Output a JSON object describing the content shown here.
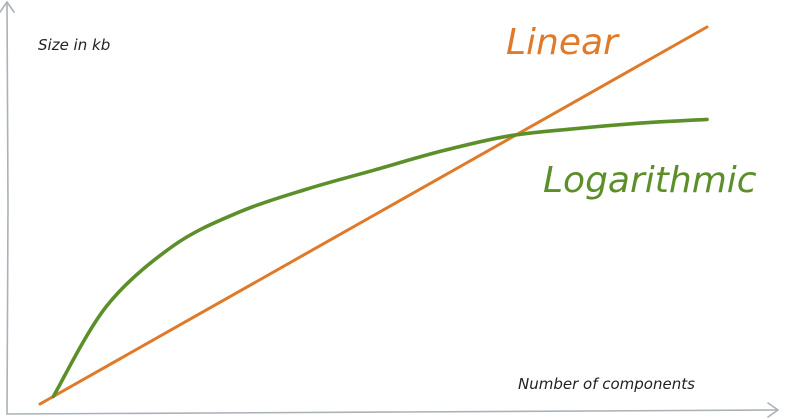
{
  "chart_data": {
    "type": "line",
    "title": "",
    "xlabel": "Number of components",
    "ylabel": "Size in kb",
    "grid": false,
    "legend": "inline-labels",
    "series": [
      {
        "name": "Linear",
        "color": "#e07a2b",
        "x": [
          0,
          0.2,
          0.4,
          0.6,
          0.8,
          1.0
        ],
        "y": [
          0,
          0.2,
          0.4,
          0.6,
          0.8,
          1.0
        ]
      },
      {
        "name": "Logarithmic",
        "color": "#5c8f2a",
        "x": [
          0.02,
          0.1,
          0.2,
          0.3,
          0.4,
          0.5,
          0.6,
          0.7,
          0.8,
          0.9,
          1.0
        ],
        "y": [
          0.02,
          0.26,
          0.42,
          0.51,
          0.57,
          0.62,
          0.67,
          0.71,
          0.73,
          0.745,
          0.755
        ]
      }
    ]
  }
}
